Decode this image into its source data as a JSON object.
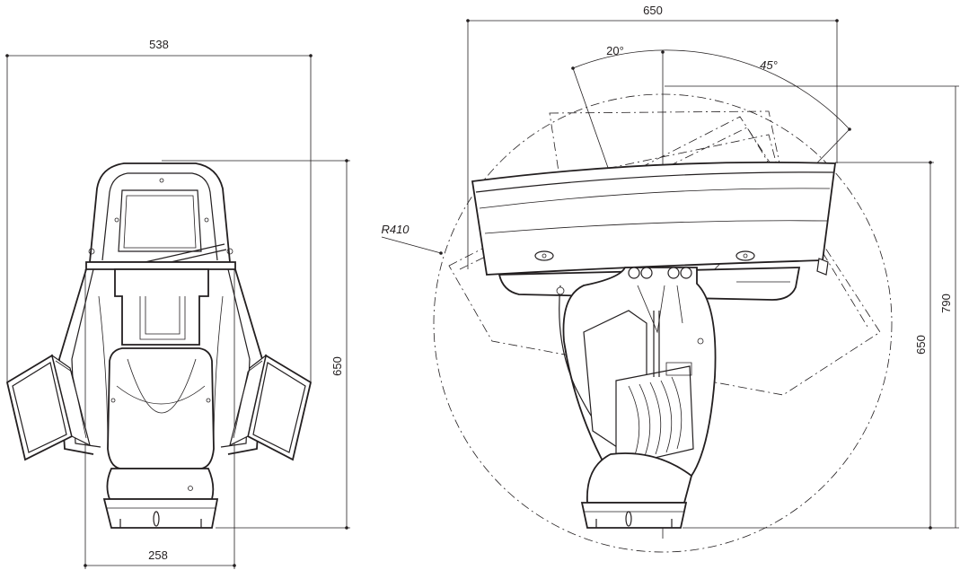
{
  "front_view": {
    "width_label": "538",
    "height_label": "650",
    "base_width_label": "258"
  },
  "side_view": {
    "width_label": "650",
    "tilt_up_label": "20°",
    "tilt_down_label": "45°",
    "radius_label": "R410",
    "overall_height_label": "790",
    "height_label": "650"
  },
  "colors": {
    "ink": "#231f20",
    "background": "#ffffff"
  }
}
